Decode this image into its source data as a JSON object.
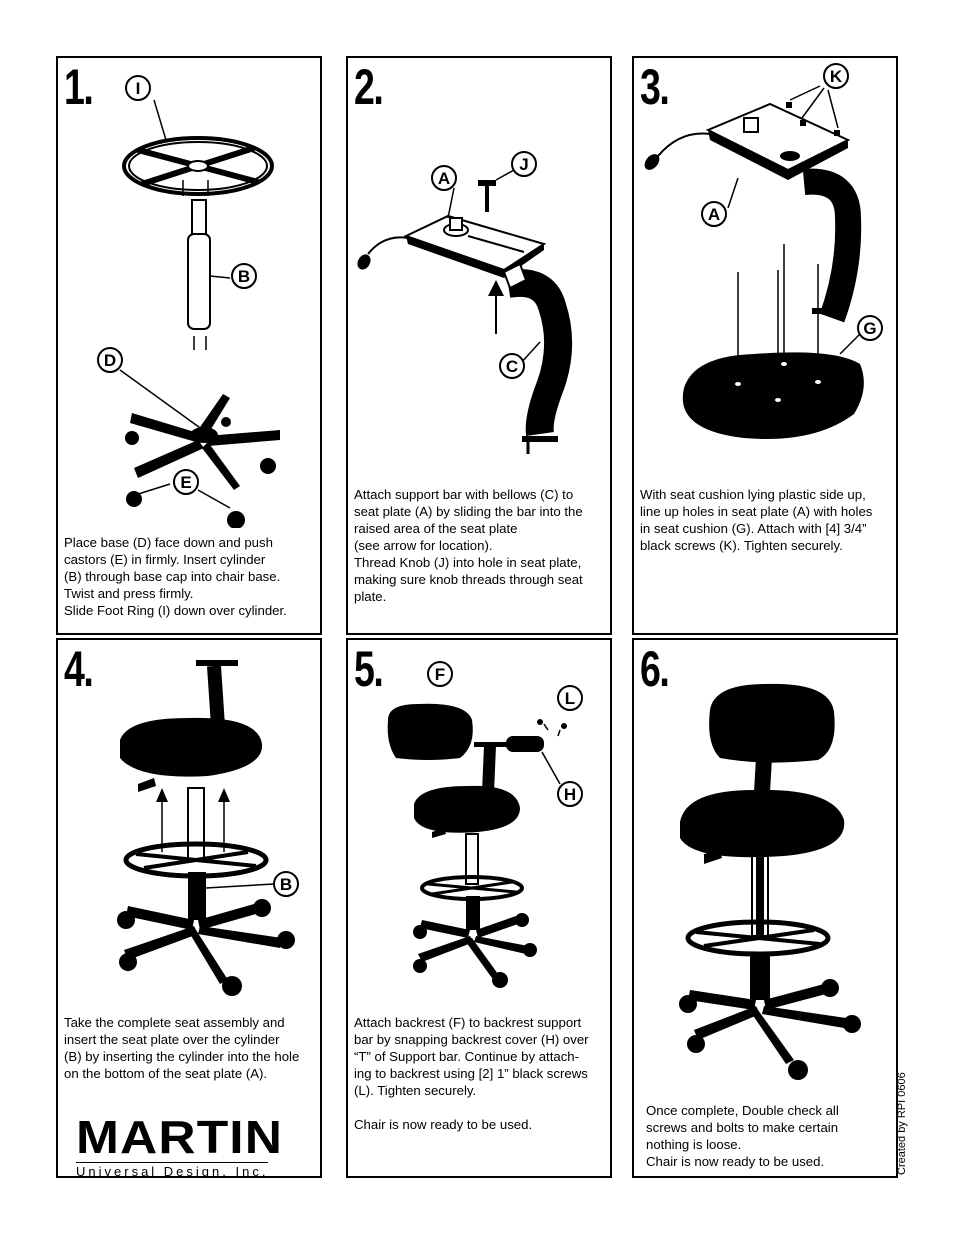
{
  "steps": [
    {
      "number": "1.",
      "callouts": [
        "I",
        "B",
        "D",
        "E"
      ],
      "caption": "Place base (D) face down and push\ncastors (E) in firmly. Insert cylinder\n(B) through base cap into chair base.\nTwist and press firmly.\nSlide Foot Ring (I) down over cylinder."
    },
    {
      "number": "2.",
      "callouts": [
        "A",
        "J",
        "C"
      ],
      "caption": "Attach support bar with bellows (C) to\nseat plate (A) by sliding the bar into the\nraised area of the seat plate\n(see arrow for location).\nThread Knob (J) into hole in seat plate,\nmaking sure knob threads through seat\nplate."
    },
    {
      "number": "3.",
      "callouts": [
        "K",
        "A",
        "G"
      ],
      "caption": "With seat cushion lying plastic side up,\nline up holes in seat plate (A) with holes\nin seat cushion (G). Attach with [4] 3/4”\nblack screws (K). Tighten securely."
    },
    {
      "number": "4.",
      "callouts": [
        "B"
      ],
      "caption": "Take the complete seat assembly and\ninsert the seat plate over the cylinder\n(B) by inserting the cylinder into the hole\non the bottom of the seat plate (A)."
    },
    {
      "number": "5.",
      "callouts": [
        "F",
        "L",
        "H"
      ],
      "caption": "Attach backrest (F) to backrest support\nbar by snapping backrest cover (H) over\n“T” of Support bar. Continue by attach-\ning to backrest using [2] 1” black screws\n(L). Tighten securely.\n\nChair is now ready to be used."
    },
    {
      "number": "6.",
      "callouts": [],
      "caption": "Once complete, Double check all\nscrews and bolts to make certain\nnothing is loose.\nChair is now ready to be used."
    }
  ],
  "logo": {
    "name": "MARTIN",
    "tagline": "Universal Design, Inc."
  },
  "credit": "Created by RPI 0606"
}
